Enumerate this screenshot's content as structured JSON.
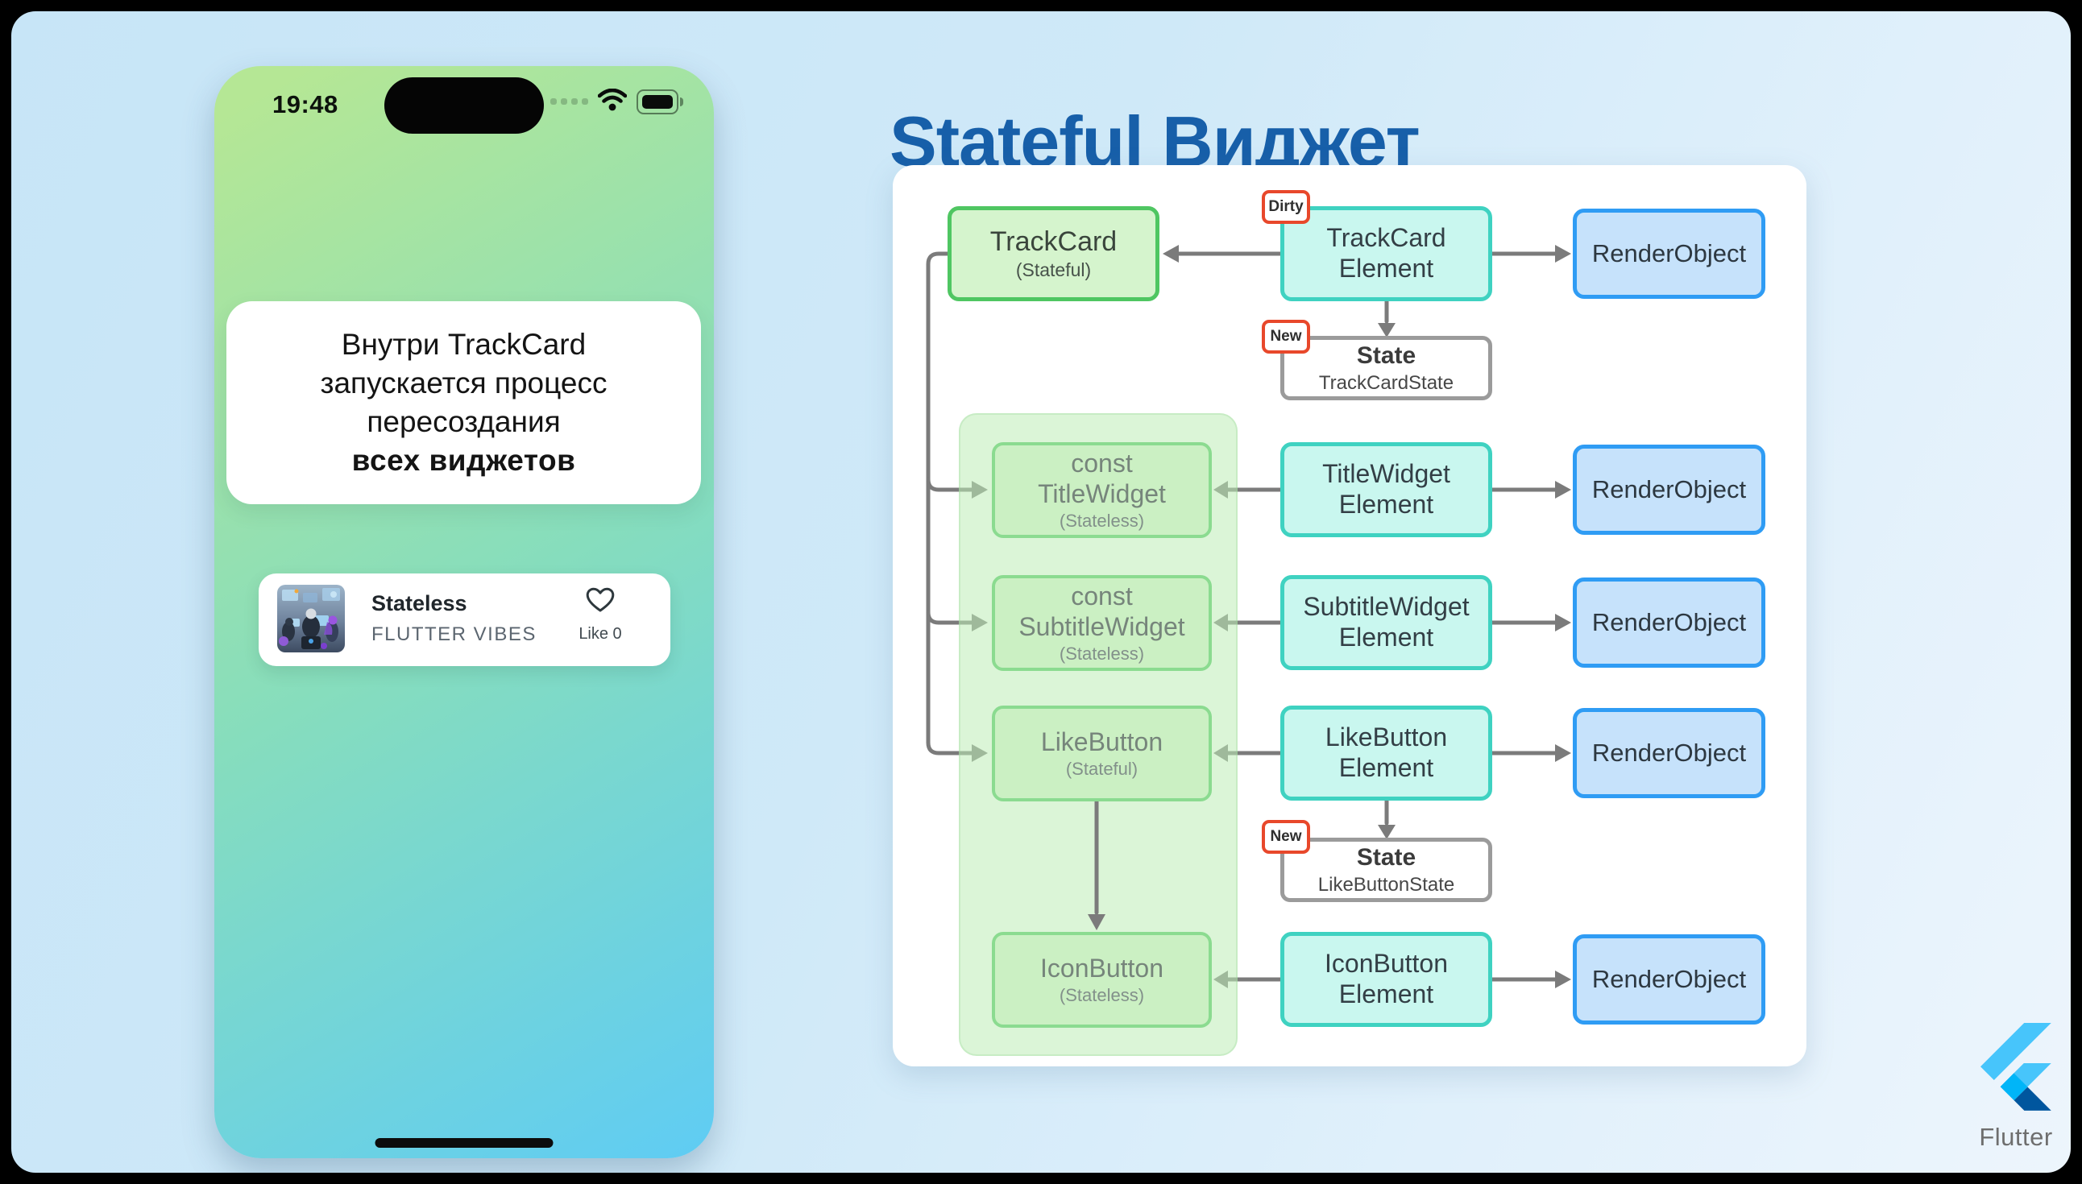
{
  "phone": {
    "status": {
      "time": "19:48",
      "icons": [
        "cellular-dots-icon",
        "wifi-icon",
        "battery-icon"
      ]
    },
    "message_card": {
      "line1": "Внутри TrackCard",
      "line2": "запускается процесс",
      "line3": "пересоздания",
      "line4_bold": "всех виджетов"
    },
    "track_card": {
      "title": "Stateless",
      "subtitle": "FLUTTER VIBES",
      "like_label": "Like 0",
      "heart_icon": "heart-outline-icon"
    }
  },
  "headline": "Stateful Виджет",
  "diagram": {
    "badge_dirty": "Dirty",
    "badge_new": "New",
    "render_object_label": "RenderObject",
    "trackcard": {
      "name": "TrackCard",
      "type": "(Stateful)"
    },
    "trackcard_element": {
      "line1": "TrackCard",
      "line2": "Element"
    },
    "state1": {
      "title": "State",
      "subtitle": "TrackCardState"
    },
    "title_widget": {
      "modifier": "const",
      "name": "TitleWidget",
      "type": "(Stateless)"
    },
    "title_element": {
      "line1": "TitleWidget",
      "line2": "Element"
    },
    "subtitle_widget": {
      "modifier": "const",
      "name": "SubtitleWidget",
      "type": "(Stateless)"
    },
    "subtitle_element": {
      "line1": "SubtitleWidget",
      "line2": "Element"
    },
    "like_button": {
      "name": "LikeButton",
      "type": "(Stateful)"
    },
    "like_element": {
      "line1": "LikeButton",
      "line2": "Element"
    },
    "state2": {
      "title": "State",
      "subtitle": "LikeButtonState"
    },
    "icon_button": {
      "name": "IconButton",
      "type": "(Stateless)"
    },
    "icon_element": {
      "line1": "IconButton",
      "line2": "Element"
    }
  },
  "branding": {
    "logo_label": "Flutter",
    "logo_icon": "flutter-logo-icon"
  },
  "colors": {
    "headline_blue": "#175fa9",
    "widget_green_border": "#4fc662",
    "const_green_border": "#8bdb90",
    "element_teal_border": "#3fd2c1",
    "render_blue_border": "#2f9cf4",
    "state_gray_border": "#9b9b9b",
    "badge_red_border": "#e8482b",
    "connector_gray": "#7b7b7b",
    "phone_gradient_top": "#b5e795",
    "phone_gradient_bottom": "#5fccf4",
    "slide_background": "#cfe9f8"
  }
}
